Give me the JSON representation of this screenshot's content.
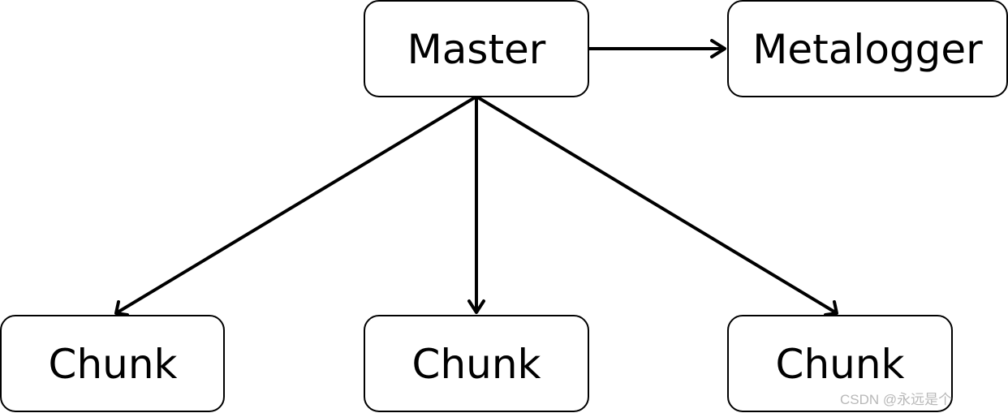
{
  "diagram": {
    "nodes": {
      "master": "Master",
      "metalogger": "Metalogger",
      "chunk_left": "Chunk",
      "chunk_center": "Chunk",
      "chunk_right": "Chunk"
    },
    "edges": [
      {
        "from": "master",
        "to": "metalogger"
      },
      {
        "from": "master",
        "to": "chunk_left"
      },
      {
        "from": "master",
        "to": "chunk_center"
      },
      {
        "from": "master",
        "to": "chunk_right"
      }
    ]
  },
  "watermark": "CSDN @永远是个"
}
